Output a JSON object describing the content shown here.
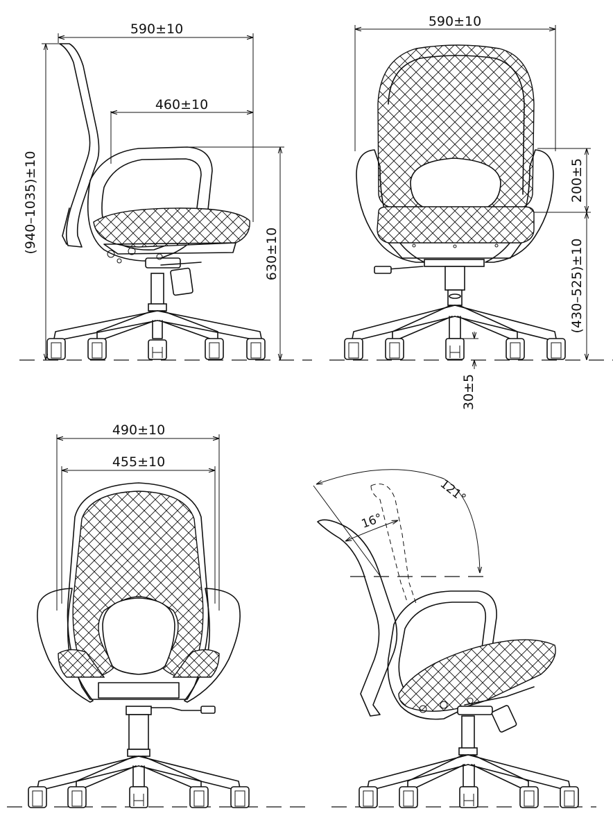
{
  "dimensions": {
    "side_overall_depth": "590±10",
    "side_seat_depth": "460±10",
    "side_overall_height": "(940–1035)±10",
    "side_armrest_height": "630±10",
    "front_overall_width": "590±10",
    "front_armrest_above_seat": "200±5",
    "front_seat_height": "(430–525)±10",
    "front_caster_height": "30±5",
    "back_overall_width": "490±10",
    "back_inner_width": "455±10",
    "recline_total_angle": "121°",
    "recline_back_tilt": "16°"
  }
}
